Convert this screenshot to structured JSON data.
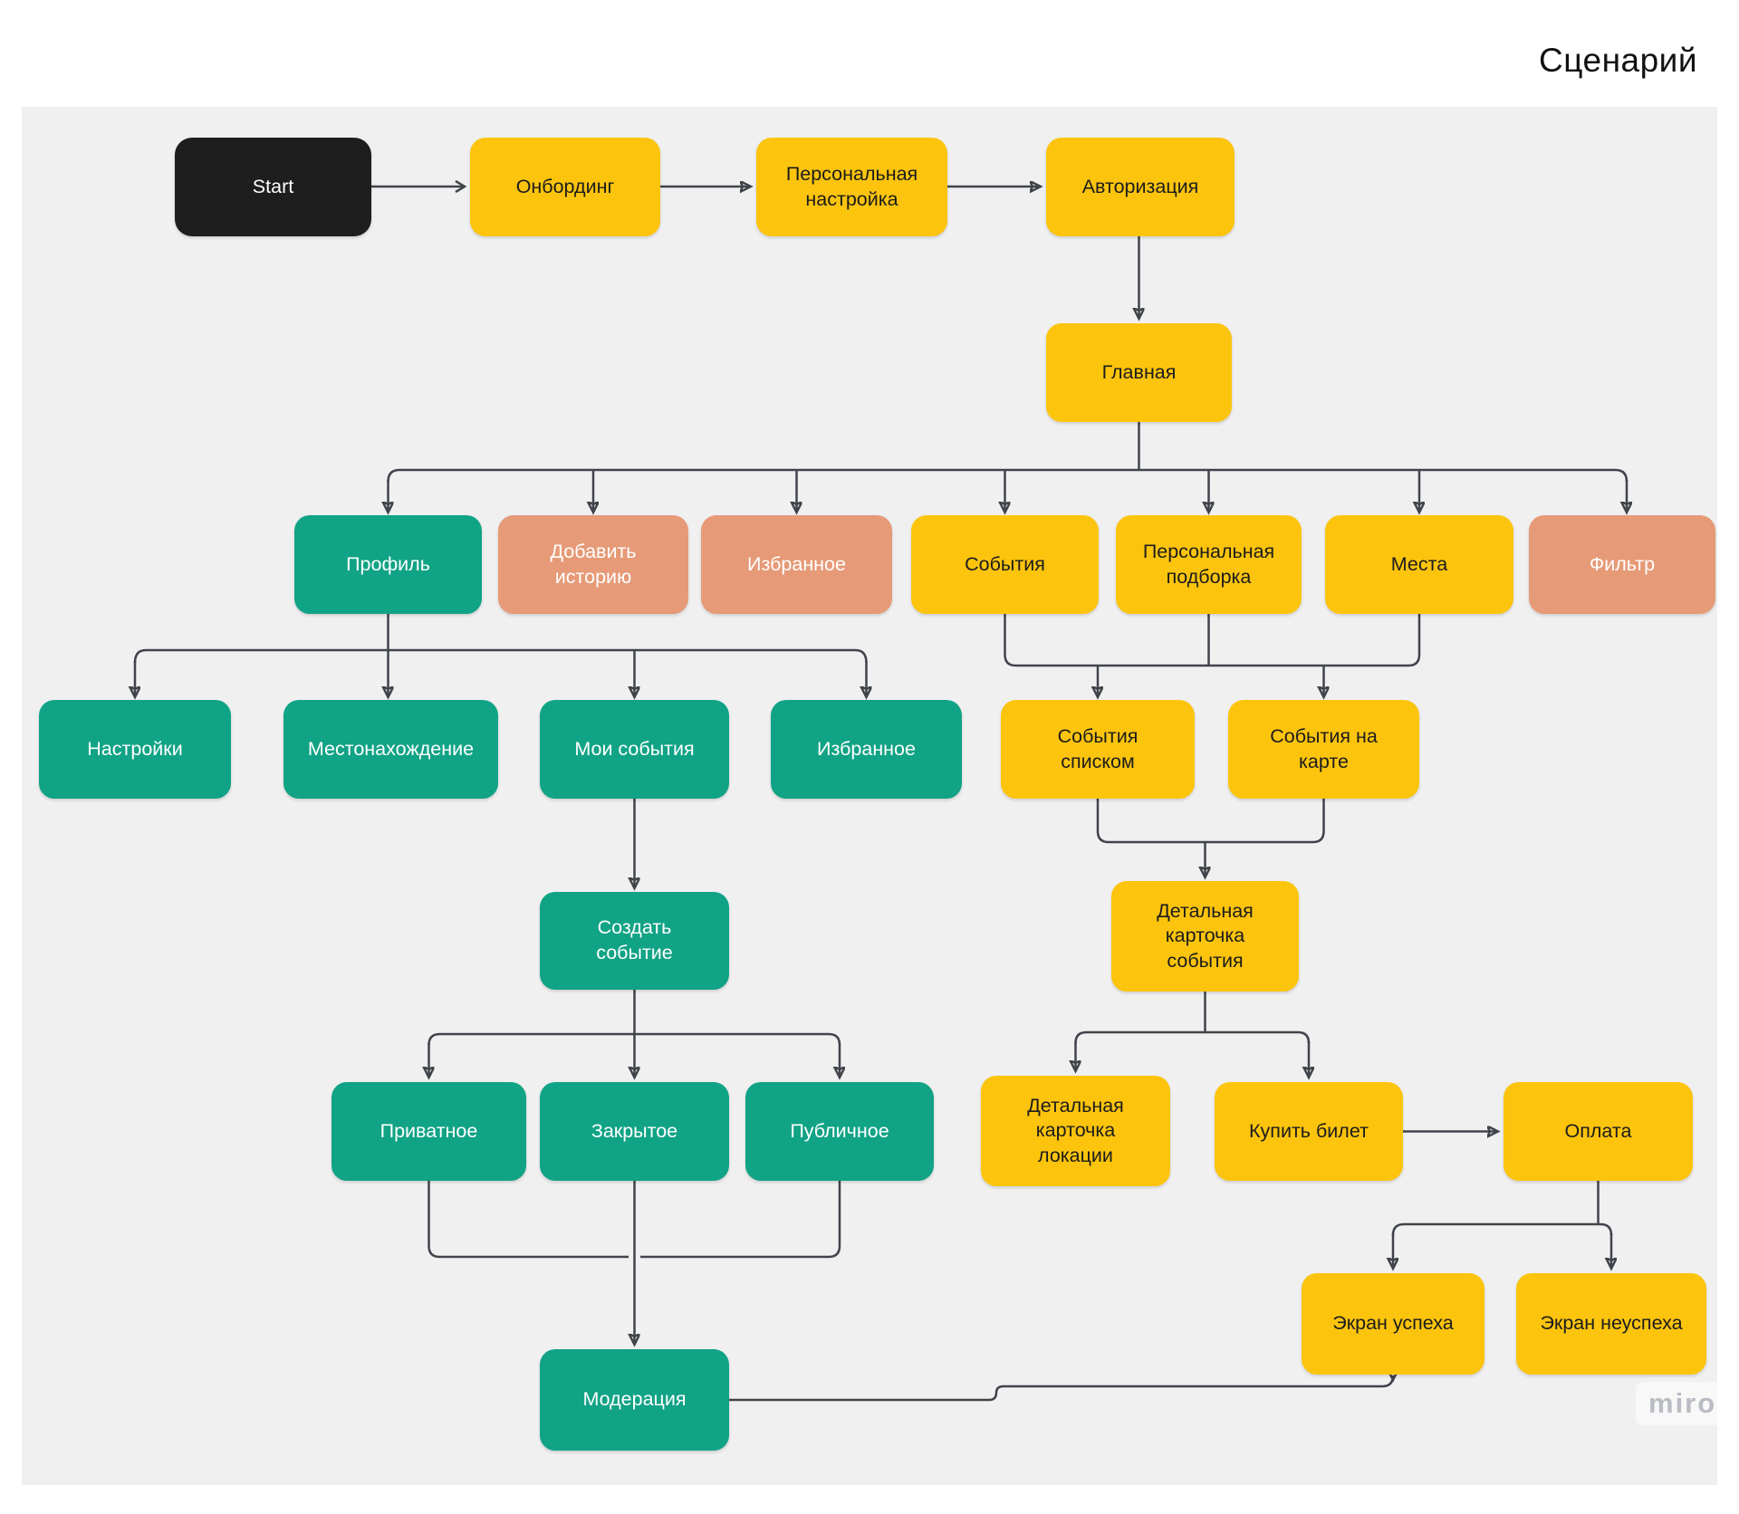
{
  "page": {
    "title": "Сценарий",
    "watermark": "miro"
  },
  "colors": {
    "yellow": "#fcc40d",
    "green": "#11a385",
    "salmon": "#e69a77",
    "dark": "#1e1e1e",
    "line": "#40444a",
    "canvas": "#f0f0f1"
  },
  "nodes": [
    {
      "id": "start",
      "label": "Start",
      "color": "dark"
    },
    {
      "id": "onboarding",
      "label": "Онбординг",
      "color": "yellow"
    },
    {
      "id": "personal_setup",
      "label": "Персональная\nнастройка",
      "color": "yellow"
    },
    {
      "id": "auth",
      "label": "Авторизация",
      "color": "yellow"
    },
    {
      "id": "main",
      "label": "Главная",
      "color": "yellow"
    },
    {
      "id": "profile",
      "label": "Профиль",
      "color": "green"
    },
    {
      "id": "add_story",
      "label": "Добавить\nисторию",
      "color": "salmon"
    },
    {
      "id": "favorites",
      "label": "Избранное",
      "color": "salmon"
    },
    {
      "id": "events",
      "label": "События",
      "color": "yellow"
    },
    {
      "id": "personal_collection",
      "label": "Персональная\nподборка",
      "color": "yellow"
    },
    {
      "id": "places",
      "label": "Места",
      "color": "yellow"
    },
    {
      "id": "filter",
      "label": "Фильтр",
      "color": "salmon"
    },
    {
      "id": "settings",
      "label": "Настройки",
      "color": "green"
    },
    {
      "id": "location",
      "label": "Местонахождение",
      "color": "green"
    },
    {
      "id": "my_events",
      "label": "Мои события",
      "color": "green"
    },
    {
      "id": "favorites_profile",
      "label": "Избранное",
      "color": "green"
    },
    {
      "id": "events_list",
      "label": "События\nсписком",
      "color": "yellow"
    },
    {
      "id": "events_map",
      "label": "События на\nкарте",
      "color": "yellow"
    },
    {
      "id": "create_event",
      "label": "Создать\nсобытие",
      "color": "green"
    },
    {
      "id": "event_card",
      "label": "Детальная\nкарточка\nсобытия",
      "color": "yellow"
    },
    {
      "id": "private",
      "label": "Приватное",
      "color": "green"
    },
    {
      "id": "closed",
      "label": "Закрытое",
      "color": "green"
    },
    {
      "id": "public",
      "label": "Публичное",
      "color": "green"
    },
    {
      "id": "location_card",
      "label": "Детальная\nкарточка\nлокации",
      "color": "yellow"
    },
    {
      "id": "buy_ticket",
      "label": "Купить билет",
      "color": "yellow"
    },
    {
      "id": "payment",
      "label": "Оплата",
      "color": "yellow"
    },
    {
      "id": "success",
      "label": "Экран успеха",
      "color": "yellow"
    },
    {
      "id": "failure",
      "label": "Экран неуспеха",
      "color": "yellow"
    },
    {
      "id": "moderation",
      "label": "Модерация",
      "color": "green"
    }
  ],
  "edges": [
    [
      "start",
      "onboarding"
    ],
    [
      "onboarding",
      "personal_setup"
    ],
    [
      "personal_setup",
      "auth"
    ],
    [
      "auth",
      "main"
    ],
    [
      "main",
      "profile"
    ],
    [
      "main",
      "add_story"
    ],
    [
      "main",
      "favorites"
    ],
    [
      "main",
      "events"
    ],
    [
      "main",
      "personal_collection"
    ],
    [
      "main",
      "places"
    ],
    [
      "main",
      "filter"
    ],
    [
      "profile",
      "settings"
    ],
    [
      "profile",
      "location"
    ],
    [
      "profile",
      "my_events"
    ],
    [
      "profile",
      "favorites_profile"
    ],
    [
      "events",
      "events_list"
    ],
    [
      "events",
      "events_map"
    ],
    [
      "personal_collection",
      "events_list"
    ],
    [
      "personal_collection",
      "events_map"
    ],
    [
      "places",
      "events_list"
    ],
    [
      "places",
      "events_map"
    ],
    [
      "my_events",
      "create_event"
    ],
    [
      "events_list",
      "event_card"
    ],
    [
      "events_map",
      "event_card"
    ],
    [
      "create_event",
      "private"
    ],
    [
      "create_event",
      "closed"
    ],
    [
      "create_event",
      "public"
    ],
    [
      "event_card",
      "location_card"
    ],
    [
      "event_card",
      "buy_ticket"
    ],
    [
      "buy_ticket",
      "payment"
    ],
    [
      "payment",
      "success"
    ],
    [
      "payment",
      "failure"
    ],
    [
      "private",
      "moderation"
    ],
    [
      "closed",
      "moderation"
    ],
    [
      "public",
      "moderation"
    ],
    [
      "moderation",
      "success"
    ]
  ]
}
